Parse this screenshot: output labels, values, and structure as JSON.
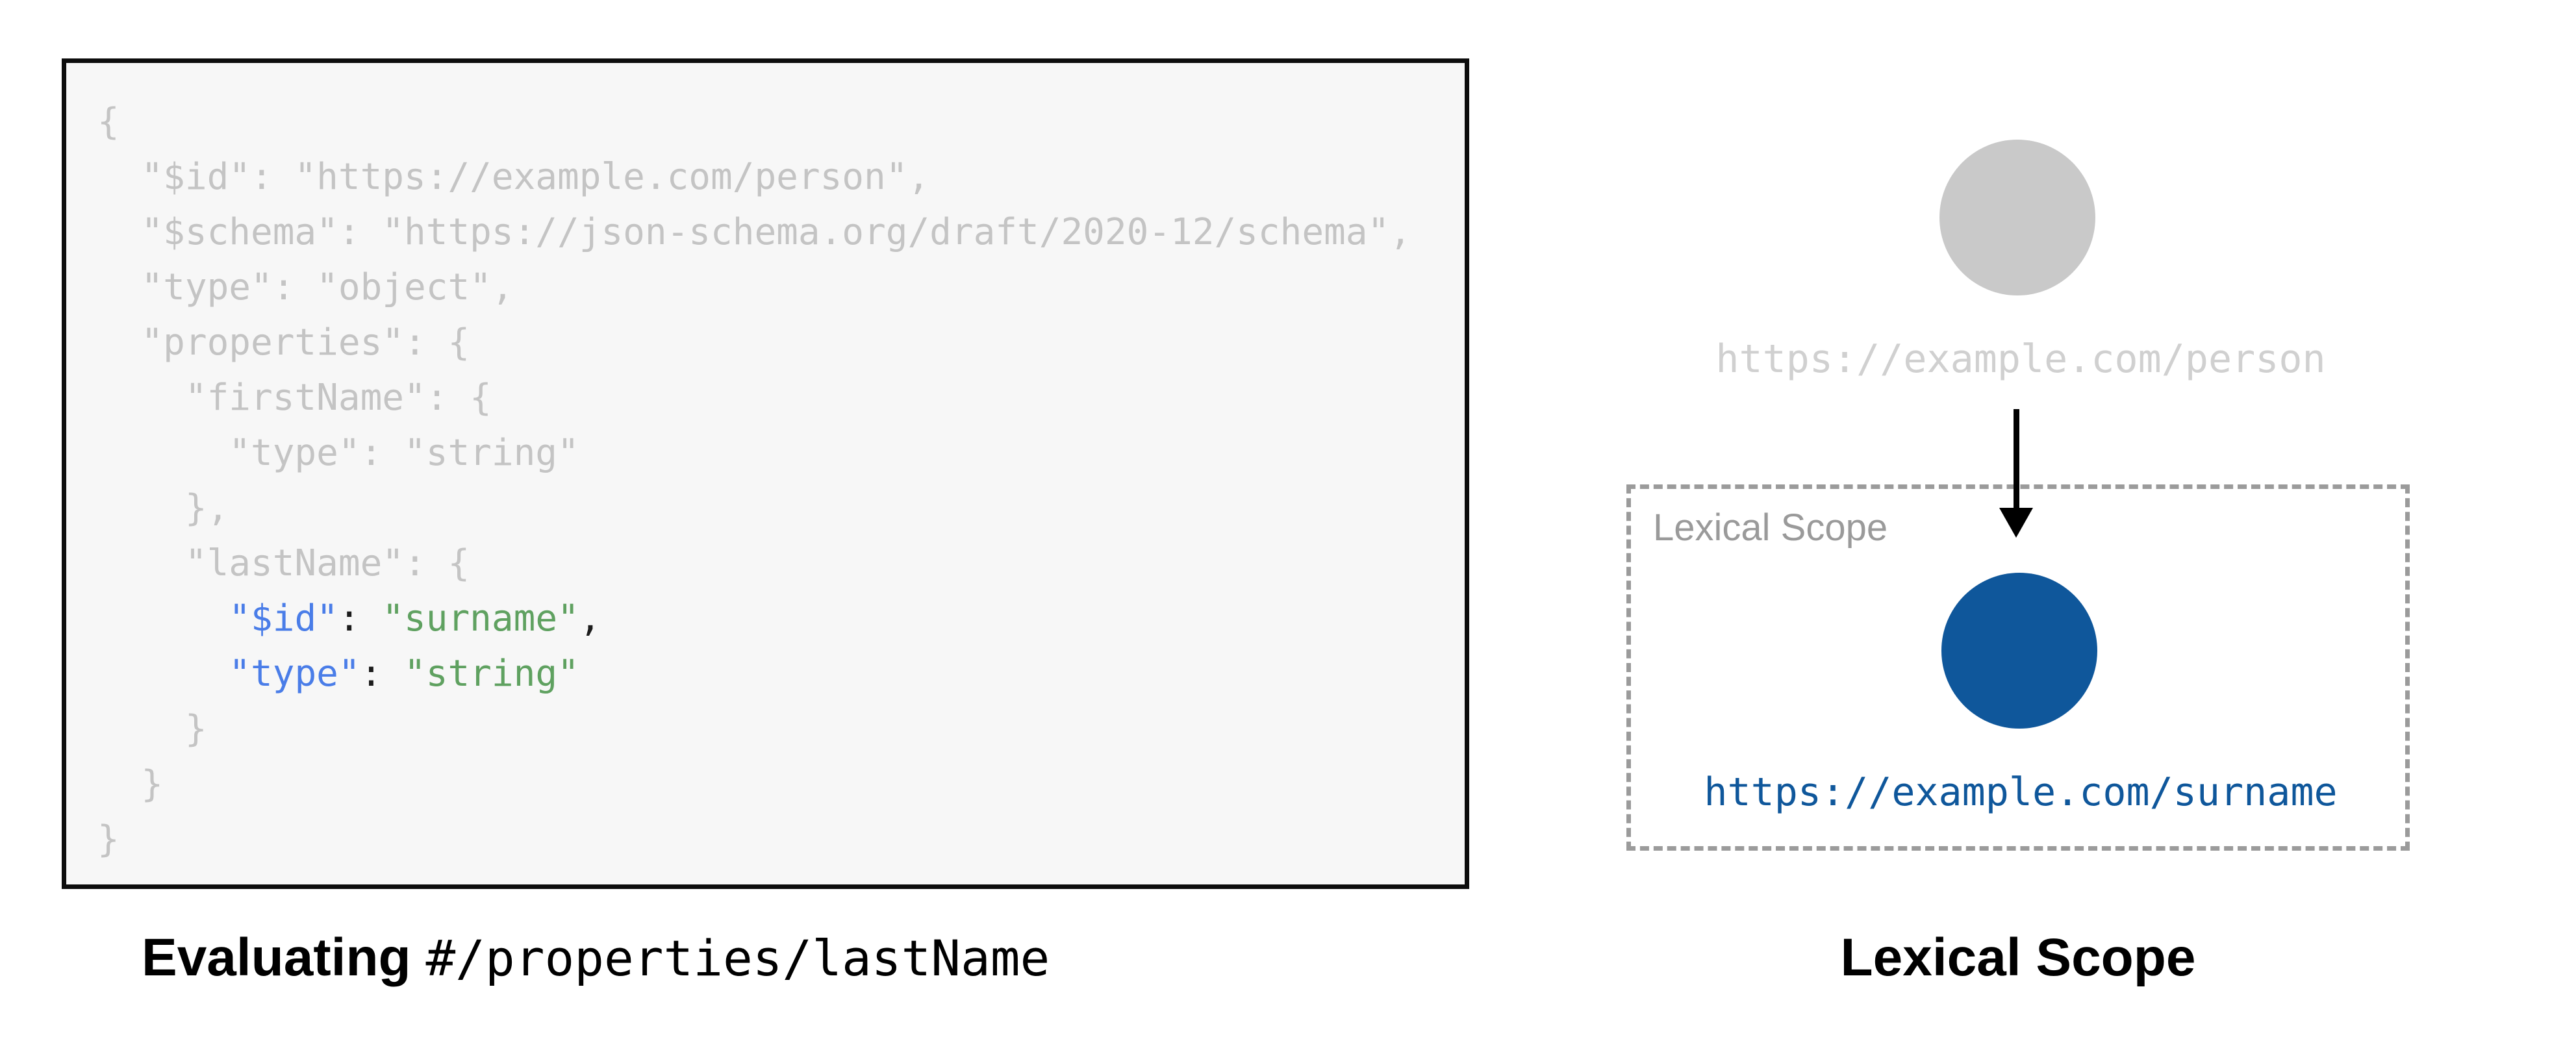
{
  "palette": {
    "panel_background": "#f7f7f7",
    "panel_border": "#0d0d0d",
    "code_default": "#c4c4c4",
    "code_key": "#4a7de8",
    "code_string": "#5fa160",
    "code_punct": "#1c1c1c",
    "gray_node": "#c9c9c9",
    "gray_url_text": "#d0d0d0",
    "scope_border_gray": "#9b9b9b",
    "scope_label_gray": "#9a9a9a",
    "blue_node": "#0f579b",
    "arrow_black": "#000000",
    "caption_black": "#000000"
  },
  "code_panel": {
    "lines": [
      [
        [
          "{",
          "default"
        ]
      ],
      [
        [
          "  \"$id\": \"https://example.com/person\",",
          "default"
        ]
      ],
      [
        [
          "  \"$schema\": \"https://json-schema.org/draft/2020-12/schema\",",
          "default"
        ]
      ],
      [
        [
          "  \"type\": \"object\",",
          "default"
        ]
      ],
      [
        [
          "  \"properties\": {",
          "default"
        ]
      ],
      [
        [
          "    \"firstName\": {",
          "default"
        ]
      ],
      [
        [
          "      \"type\": \"string\"",
          "default"
        ]
      ],
      [
        [
          "    },",
          "default"
        ]
      ],
      [
        [
          "    \"lastName\": {",
          "default"
        ]
      ],
      [
        [
          "      ",
          "default"
        ],
        [
          "\"$id\"",
          "key"
        ],
        [
          ":",
          "punct"
        ],
        [
          " ",
          "default"
        ],
        [
          "\"surname\"",
          "string"
        ],
        [
          ",",
          "punct"
        ]
      ],
      [
        [
          "      ",
          "default"
        ],
        [
          "\"type\"",
          "key"
        ],
        [
          ":",
          "punct"
        ],
        [
          " ",
          "default"
        ],
        [
          "\"string\"",
          "string"
        ]
      ],
      [
        [
          "    }",
          "default"
        ]
      ],
      [
        [
          "  }",
          "default"
        ]
      ],
      [
        [
          "}",
          "default"
        ]
      ]
    ]
  },
  "left_caption": {
    "bold_text": "Evaluating ",
    "mono_text": "#/properties/lastName"
  },
  "diagram": {
    "parent_node_label": "https://example.com/person",
    "scope_box_label": "Lexical Scope",
    "child_node_label": "https://example.com/surname"
  },
  "right_caption": "Lexical Scope"
}
